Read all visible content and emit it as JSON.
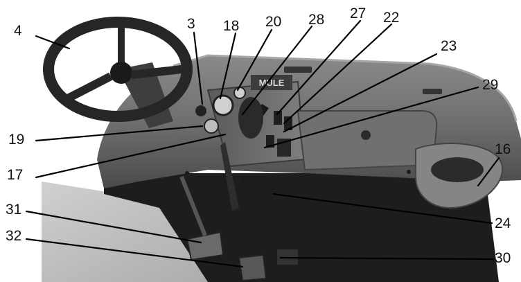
{
  "callouts": {
    "c4": "4",
    "c3": "3",
    "c18": "18",
    "c20": "20",
    "c28": "28",
    "c27": "27",
    "c22": "22",
    "c23": "23",
    "c29": "29",
    "c19": "19",
    "c17": "17",
    "c16": "16",
    "c31": "31",
    "c32": "32",
    "c24": "24",
    "c30": "30"
  },
  "photo": {
    "subject": "utility-vehicle-dashboard",
    "badge_text": "MULE",
    "palette": {
      "background": "#ffffff",
      "dash_mid": "#7b7b7b",
      "dash_dark": "#3c3c3c",
      "shadow": "#1b1b1b",
      "floor": "#b8b8b8"
    }
  }
}
